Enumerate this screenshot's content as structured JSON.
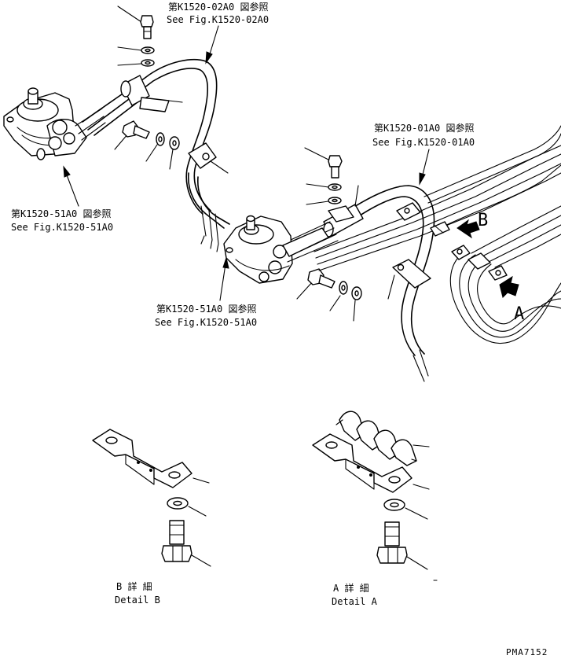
{
  "references": {
    "k1520_02a0": {
      "jp": "第K1520-02A0 図参照",
      "en": "See Fig.K1520-02A0"
    },
    "k1520_01a0": {
      "jp": "第K1520-01A0 図参照",
      "en": "See Fig.K1520-01A0"
    },
    "k1520_51a0_left": {
      "jp": "第K1520-51A0 図参照",
      "en": "See Fig.K1520-51A0"
    },
    "k1520_51a0_center": {
      "jp": "第K1520-51A0 図参照",
      "en": "See Fig.K1520-51A0"
    }
  },
  "view_markers": {
    "a": "A",
    "b": "B"
  },
  "details": {
    "b": {
      "jp": "B 詳 細",
      "en": "Detail B"
    },
    "a": {
      "jp": "A 詳 細",
      "en": "Detail A"
    }
  },
  "drawing_number": "PMA7152"
}
